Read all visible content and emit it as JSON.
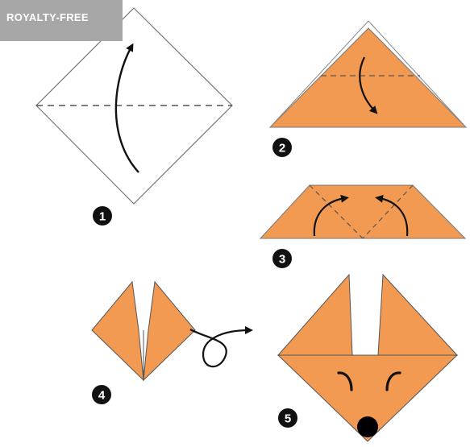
{
  "watermark": {
    "label": "ROYALTY-FREE"
  },
  "palette": {
    "paper": "#f29a52",
    "outline": "#3a3a3a",
    "fold_line": "#555555",
    "arrow": "#111111",
    "badge": "#a7a7a7"
  },
  "steps": [
    {
      "number": "1"
    },
    {
      "number": "2"
    },
    {
      "number": "3"
    },
    {
      "number": "4"
    },
    {
      "number": "5"
    }
  ]
}
